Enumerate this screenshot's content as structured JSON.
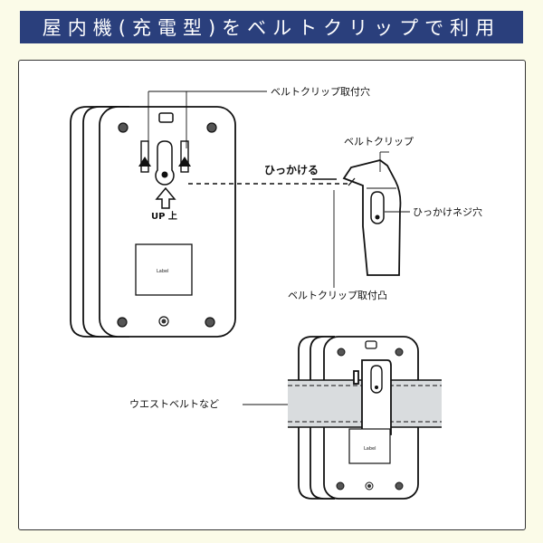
{
  "title": "屋内機(充電型)をベルトクリップで利用",
  "labels": {
    "belt_clip_hole": "ベルトクリップ取付穴",
    "belt_clip": "ベルトクリップ",
    "hook": "ひっかける",
    "hook_screw_hole": "ひっかけネジ穴",
    "belt_clip_boss": "ベルトクリップ取付凸",
    "up": "UP 上",
    "device_label": "Label",
    "device_label_small": "Label",
    "waist_belt": "ウエストベルトなど"
  },
  "colors": {
    "title_bg": "#2a3f7c",
    "page_bg": "#fbfbe8",
    "belt_fill": "#d9dcde"
  }
}
